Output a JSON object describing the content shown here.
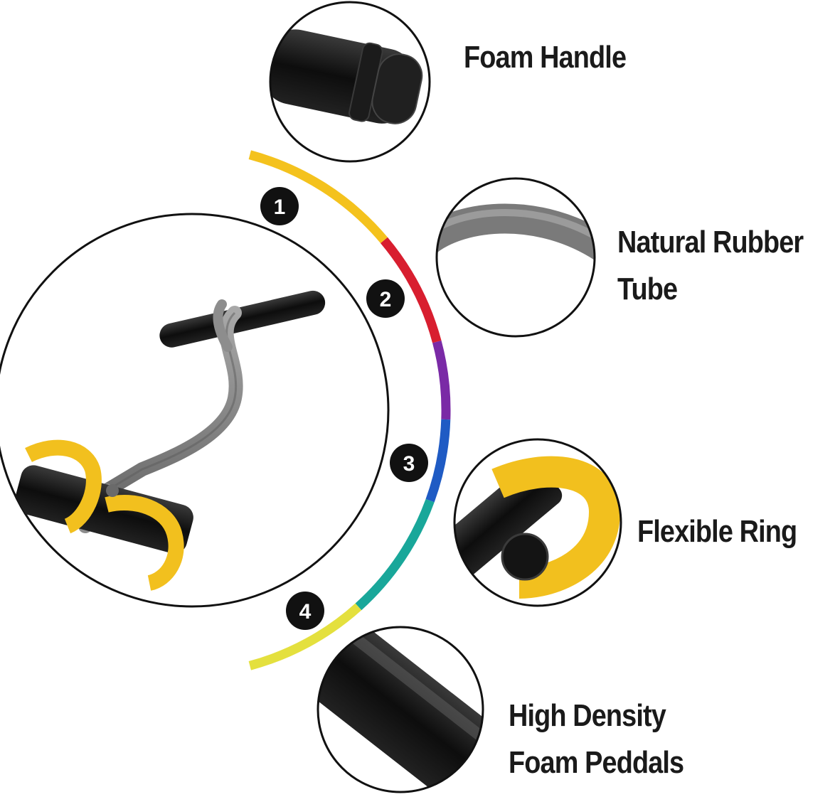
{
  "callouts": [
    {
      "number": "1",
      "label_lines": [
        "Foam Handle"
      ]
    },
    {
      "number": "2",
      "label_lines": [
        "Natural Rubber",
        "Tube"
      ]
    },
    {
      "number": "3",
      "label_lines": [
        "Flexible Ring"
      ]
    },
    {
      "number": "4",
      "label_lines": [
        "High Density",
        "Foam Peddals"
      ]
    }
  ],
  "arc_colors": [
    "#f4c21d",
    "#d81e2f",
    "#7a2aa6",
    "#1f5bc4",
    "#19a79a",
    "#e4e03e"
  ],
  "product_colors": {
    "handle": "#111111",
    "tube": "#8a8a8a",
    "ring": "#f2c01e"
  },
  "icons": [
    "foam-handle-detail-icon",
    "rubber-tube-detail-icon",
    "flexible-ring-detail-icon",
    "foam-pedal-detail-icon"
  ]
}
